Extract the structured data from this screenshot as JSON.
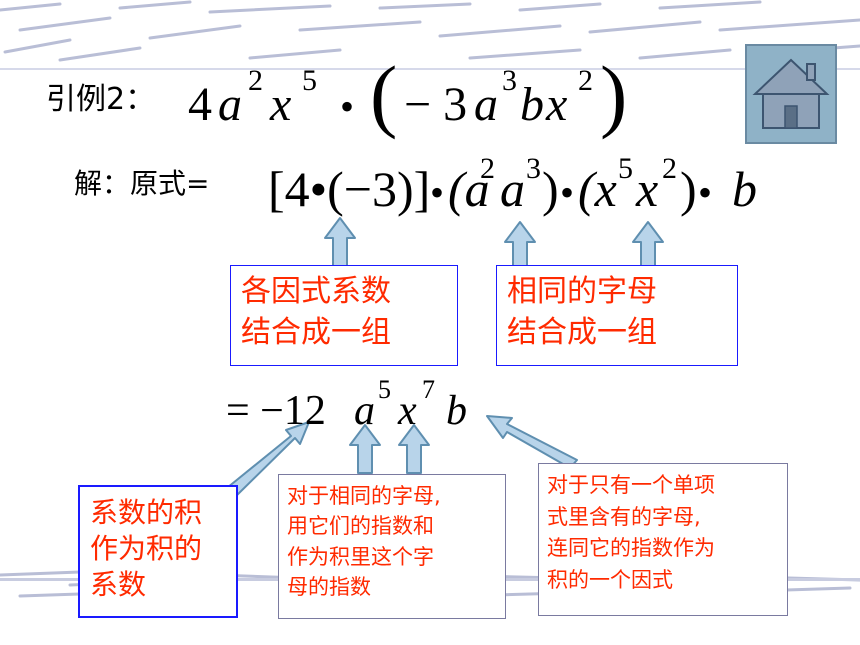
{
  "example_prefix": "引例2：",
  "example_expr": {
    "c1": "4",
    "a": "a",
    "a_exp": "2",
    "x": "x",
    "x_exp": "5",
    "dot": "•",
    "neg": "− 3",
    "a2": "a",
    "a2_exp": "3",
    "b": "b",
    "x2": "x",
    "x2_exp": "2"
  },
  "solution_label": "解：原式=",
  "solution_expr": {
    "part1": "[4•(−3)]",
    "dot1": "•",
    "part2": "(a",
    "e1": "2",
    "part2b": "a",
    "e2": "3",
    "part2c": ")",
    "dot2": "•",
    "part3": "(x",
    "e3": "5",
    "part3b": "x",
    "e4": "2",
    "part3c": ")",
    "dot3": "•",
    "b": "b"
  },
  "result_expr": {
    "eq": "= −12",
    "a": "a",
    "a_exp": "5",
    "x": "x",
    "x_exp": "7",
    "b": "b"
  },
  "boxes": {
    "coeff_group": [
      "各因式系数",
      "结合成一组"
    ],
    "letter_group": [
      "相同的字母",
      "结合成一组"
    ],
    "coeff_product": [
      "系数的积",
      "作为积的",
      "系数"
    ],
    "same_letter": [
      "对于相同的字母,",
      "用它们的指数和",
      "作为积里这个字",
      "母的指数"
    ],
    "single_letter": [
      "对于只有一个单项",
      "式里含有的字母,",
      "连同它的指数作为",
      "积的一个因式"
    ]
  },
  "colors": {
    "box_text": "#ff2a00",
    "arrow_fill": "#b8d4ea",
    "arrow_stroke": "#5f8fb0",
    "box_blue": "#1a1aff",
    "box_gray": "#7a7aa0",
    "home_bg": "#8fb2c7"
  },
  "icons": {
    "home": "home-icon"
  }
}
